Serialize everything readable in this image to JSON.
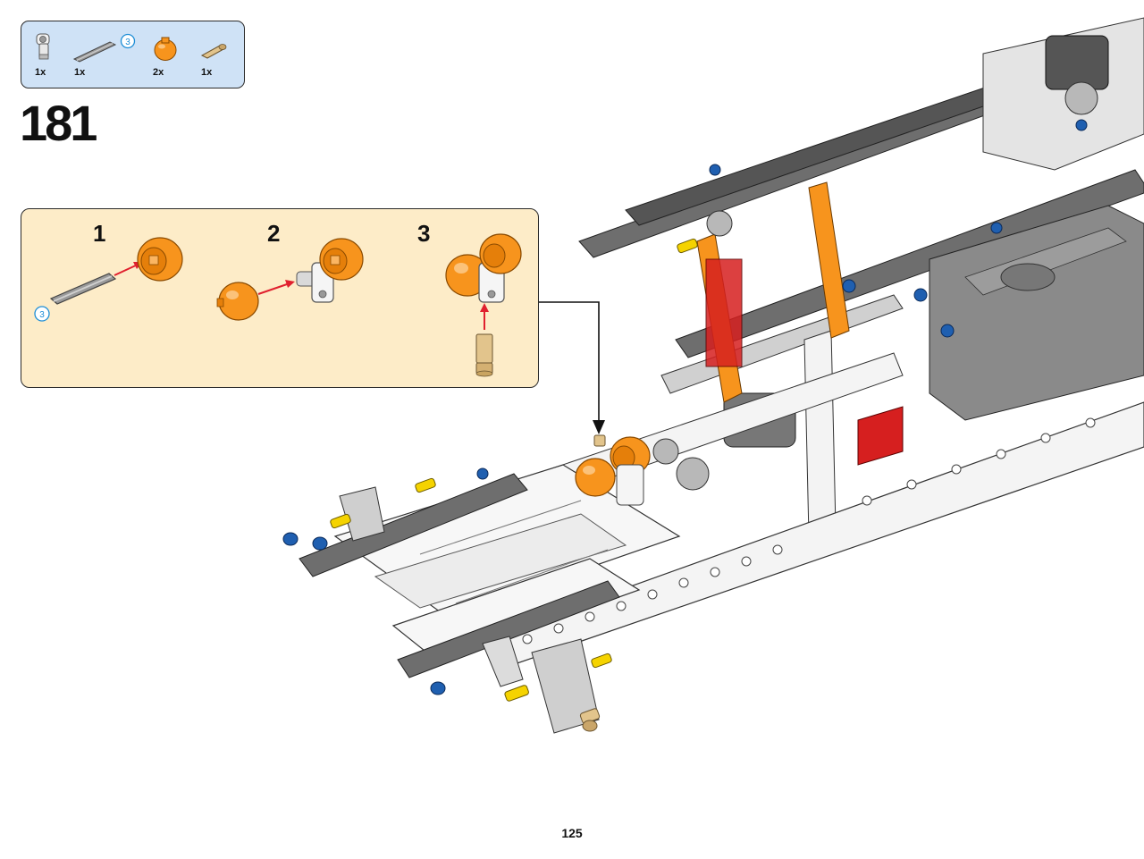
{
  "step": {
    "number": "181"
  },
  "parts_list": {
    "items": [
      {
        "icon": "pin-connector-icon",
        "qty": "1x"
      },
      {
        "icon": "axle-icon",
        "qty": "1x",
        "length_badge": "3"
      },
      {
        "icon": "orange-ball-icon",
        "qty": "2x"
      },
      {
        "icon": "tan-pin-icon",
        "qty": "1x"
      }
    ]
  },
  "substeps": [
    {
      "number": "1",
      "axle_length_badge": "3"
    },
    {
      "number": "2"
    },
    {
      "number": "3"
    }
  ],
  "page": {
    "number": "125"
  },
  "colors": {
    "parts_bg": "#cfe2f6",
    "substep_bg": "#fdecc8",
    "orange": "#f7941d",
    "dark_gray": "#6b6b6b",
    "blue": "#1f5fb0",
    "red": "#d61f1f",
    "yellow": "#f5d300",
    "arrow_red": "#e0202e",
    "badge_blue": "#1e8ed6"
  }
}
